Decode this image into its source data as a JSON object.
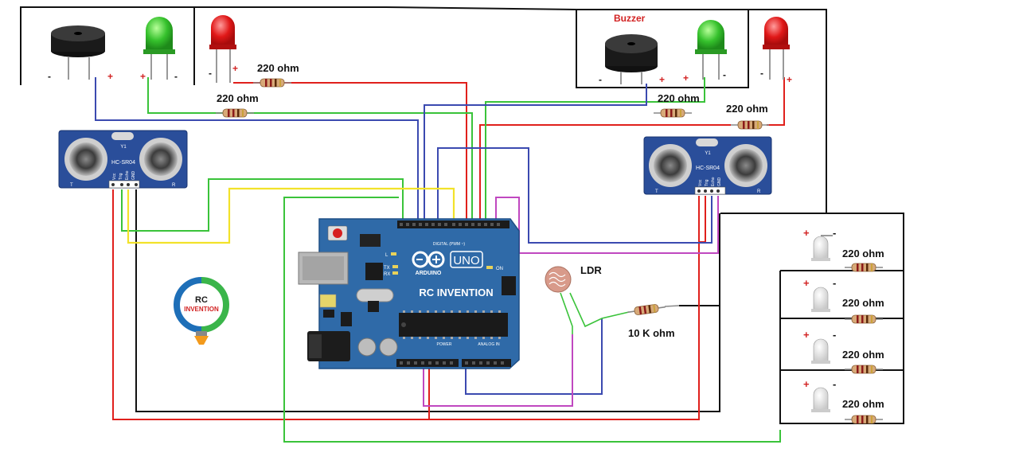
{
  "labels": {
    "buzzer": "Buzzer",
    "ldr": "LDR",
    "r_led_left_red": "220 ohm",
    "r_led_left_green": "220 ohm",
    "r_led_right_green": "220 ohm",
    "r_led_right_red": "220 ohm",
    "r_ldr": "10 K ohm",
    "r_street_1": "220 ohm",
    "r_street_2": "220 ohm",
    "r_street_3": "220 ohm",
    "r_street_4": "220 ohm"
  },
  "sensor": {
    "model": "HC-SR04",
    "pin_vcc": "Vcc",
    "pin_trig": "Trig",
    "pin_echo": "Echo",
    "pin_gnd": "GND",
    "mark_t": "T",
    "mark_r": "R",
    "mark_y": "Y1"
  },
  "arduino": {
    "board": "UNO",
    "brand": "ARDUINO",
    "watermark": "RC INVENTION",
    "digital_header": "DIGITAL (PWM ~)",
    "power_header": "POWER",
    "analog_header": "ANALOG IN",
    "led_l": "L",
    "led_tx": "TX",
    "led_rx": "RX",
    "led_on": "ON"
  },
  "logo": {
    "line1": "RC",
    "line2": "INVENTION"
  },
  "polarity": {
    "plus": "+",
    "minus": "-"
  },
  "colors": {
    "wire_red": "#e0201c",
    "wire_green": "#3ac33a",
    "wire_blue": "#3b4ab0",
    "wire_yellow": "#f2e22a",
    "wire_purple": "#c048c0",
    "wire_black": "#111111",
    "board_blue": "#2f6aa8",
    "sensor_blue": "#2a4e9a",
    "label_red": "#d22222"
  }
}
